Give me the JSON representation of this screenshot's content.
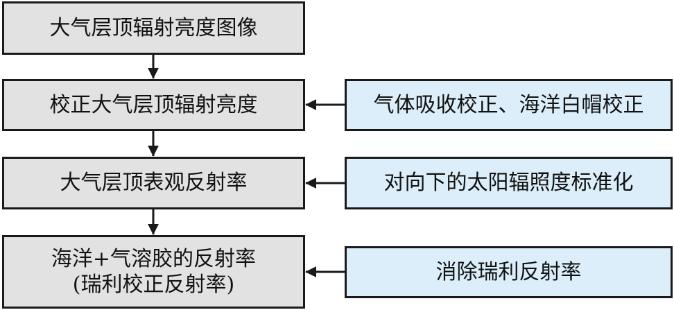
{
  "main_steps": [
    {
      "label": "大气层顶辐射亮度图像"
    },
    {
      "label": "校正大气层顶辐射亮度"
    },
    {
      "label": "大气层顶表观反射率"
    },
    {
      "label": "海洋+气溶胶的反射率",
      "label2": "(瑞利校正反射率)"
    }
  ],
  "corrections": [
    {
      "label": "气体吸收校正、海洋白帽校正"
    },
    {
      "label": "对向下的太阳辐照度标准化"
    },
    {
      "label": "消除瑞利反射率"
    }
  ],
  "colors": {
    "main_fill": "#e2e2e2",
    "side_fill": "#dbeef9",
    "stroke": "#1a1a1a"
  }
}
